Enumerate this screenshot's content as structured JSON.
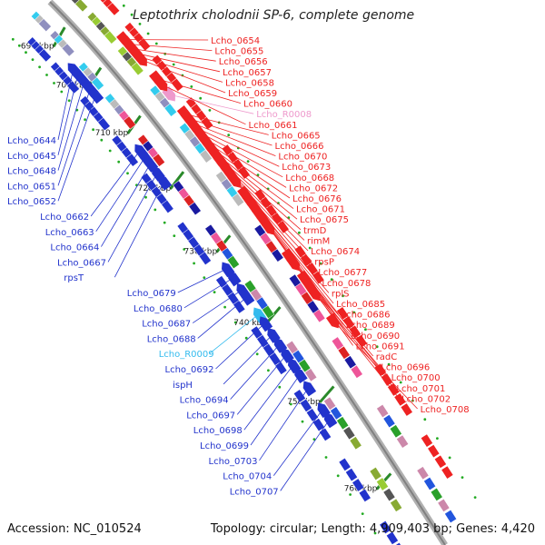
{
  "title": "Leptothrix cholodnii SP-6, complete genome",
  "accession": "Accession: NC_010524",
  "topology": "Topology: circular; Length: 4,909,403 bp; Genes: 4,420",
  "colors": {
    "forward": "#ee2222",
    "reverse": "#2233cc",
    "rna_forward": "#ee99cc",
    "rna_reverse": "#33bbee",
    "backbone": "#999999",
    "tick": "#22aa22"
  },
  "kbp_labels": [
    {
      "text": "690 kbp",
      "s": 690
    },
    {
      "text": "700 kbp",
      "s": 700
    },
    {
      "text": "710 kbp",
      "s": 710
    },
    {
      "text": "720 kbp",
      "s": 720
    },
    {
      "text": "730 kbp",
      "s": 730
    },
    {
      "text": "740 kbp",
      "s": 740
    },
    {
      "text": "750 kbp",
      "s": 750
    },
    {
      "text": "760 kbp",
      "s": 760
    }
  ],
  "reverse_genes": [
    {
      "label": "Lcho_0644",
      "s": 697.0
    },
    {
      "label": "Lcho_0645",
      "s": 698.3
    },
    {
      "label": "Lcho_0648",
      "s": 700.0
    },
    {
      "label": "Lcho_0651",
      "s": 701.6
    },
    {
      "label": "Lcho_0652",
      "s": 703.0
    },
    {
      "label": "Lcho_0662",
      "s": 714.0
    },
    {
      "label": "Lcho_0663",
      "s": 715.2
    },
    {
      "label": "Lcho_0664",
      "s": 716.4
    },
    {
      "label": "Lcho_0667",
      "s": 718.0
    },
    {
      "label": "rpsT",
      "s": 719.5
    },
    {
      "label": "Lcho_0679",
      "s": 733.0
    },
    {
      "label": "Lcho_0680",
      "s": 734.3
    },
    {
      "label": "Lcho_0687",
      "s": 736.0
    },
    {
      "label": "Lcho_0688",
      "s": 737.0
    },
    {
      "label": "Lcho_R0009",
      "s": 739.3,
      "rna": true
    },
    {
      "label": "Lcho_0692",
      "s": 740.5
    },
    {
      "label": "ispH",
      "s": 742.0
    },
    {
      "label": "Lcho_0694",
      "s": 743.3
    },
    {
      "label": "Lcho_0697",
      "s": 744.6
    },
    {
      "label": "Lcho_0698",
      "s": 745.9
    },
    {
      "label": "Lcho_0699",
      "s": 747.1
    },
    {
      "label": "Lcho_0703",
      "s": 748.7
    },
    {
      "label": "Lcho_0704",
      "s": 751.3
    },
    {
      "label": "Lcho_0707",
      "s": 752.5
    }
  ],
  "forward_genes": [
    {
      "label": "Lcho_0654",
      "s": 699.0
    },
    {
      "label": "Lcho_0655",
      "s": 700.0
    },
    {
      "label": "Lcho_0656",
      "s": 701.0
    },
    {
      "label": "Lcho_0657",
      "s": 702.0
    },
    {
      "label": "Lcho_0658",
      "s": 702.7
    },
    {
      "label": "Lcho_0659",
      "s": 703.4
    },
    {
      "label": "Lcho_0660",
      "s": 707.2
    },
    {
      "label": "Lcho_R0008",
      "s": 710.3,
      "rna": true
    },
    {
      "label": "Lcho_0661",
      "s": 708.4
    },
    {
      "label": "Lcho_0665",
      "s": 713.8
    },
    {
      "label": "Lcho_0666",
      "s": 714.6
    },
    {
      "label": "Lcho_0670",
      "s": 715.4
    },
    {
      "label": "Lcho_0673",
      "s": 716.2
    },
    {
      "label": "Lcho_0668",
      "s": 717.0
    },
    {
      "label": "Lcho_0672",
      "s": 717.8
    },
    {
      "label": "Lcho_0676",
      "s": 718.6
    },
    {
      "label": "Lcho_0671",
      "s": 719.4
    },
    {
      "label": "Lcho_0675",
      "s": 720.2
    },
    {
      "label": "trmD",
      "s": 721.0
    },
    {
      "label": "rimM",
      "s": 721.8
    },
    {
      "label": "Lcho_0674",
      "s": 722.6
    },
    {
      "label": "rpsP",
      "s": 723.4
    },
    {
      "label": "Lcho_0677",
      "s": 724.2
    },
    {
      "label": "Lcho_0678",
      "s": 725.0
    },
    {
      "label": "rplS",
      "s": 727.0
    },
    {
      "label": "Lcho_0685",
      "s": 728.0
    },
    {
      "label": "Lcho_0686",
      "s": 729.0
    },
    {
      "label": "Lcho_0689",
      "s": 730.0
    },
    {
      "label": "Lcho_0690",
      "s": 731.0
    },
    {
      "label": "Lcho_0691",
      "s": 732.0
    },
    {
      "label": "radC",
      "s": 736.0
    },
    {
      "label": "Lcho_0696",
      "s": 737.0
    },
    {
      "label": "Lcho_0700",
      "s": 739.0
    },
    {
      "label": "Lcho_0701",
      "s": 740.0
    },
    {
      "label": "Lcho_0702",
      "s": 741.0
    },
    {
      "label": "Lcho_0708",
      "s": 744.5
    }
  ]
}
